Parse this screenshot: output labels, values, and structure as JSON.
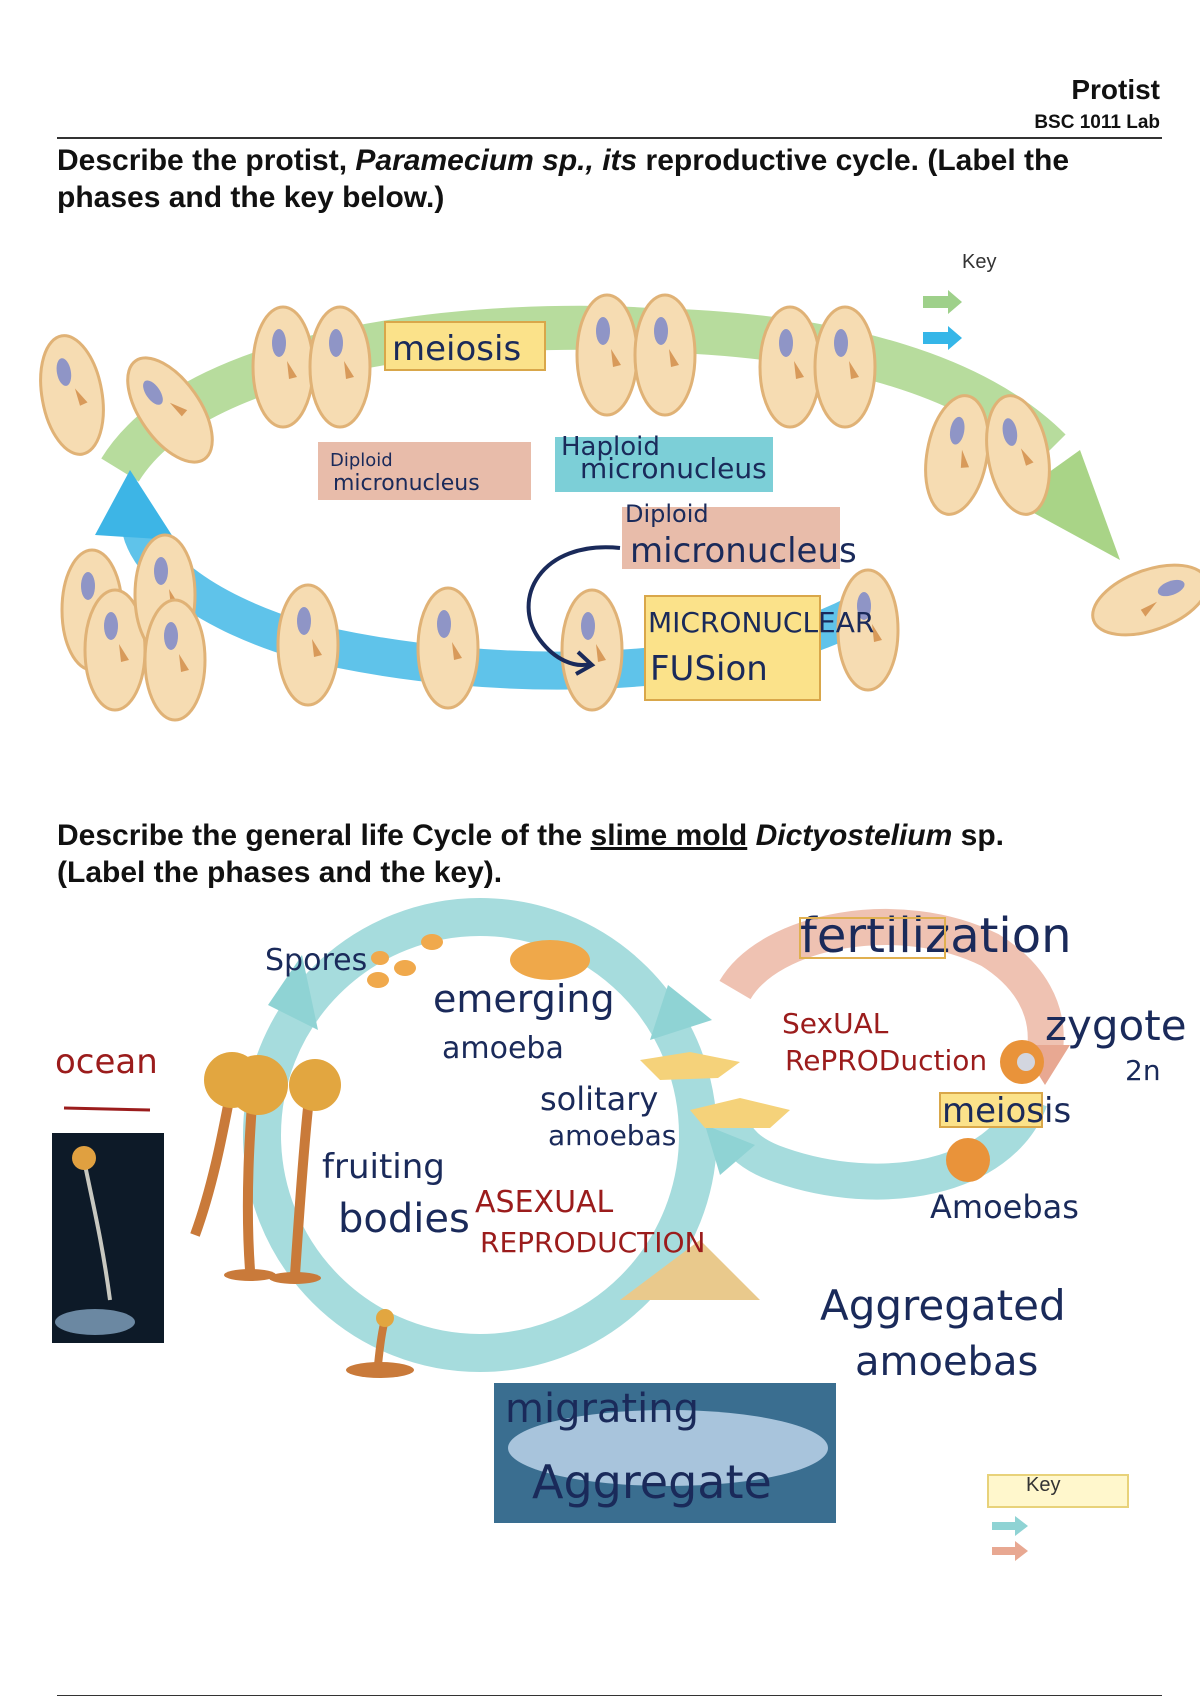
{
  "header": {
    "title": "Protist",
    "course": "BSC 1011 Lab"
  },
  "question1": {
    "part1": "Describe the protist, ",
    "italic1": "Paramecium sp., its",
    "part2": " reproductive cycle.  (Label the phases and the key below.)"
  },
  "paramecium": {
    "key_label": "Key",
    "meiosis": "meiosis",
    "diploid_micronucleus_1": [
      "Diploid",
      "micronucleus"
    ],
    "haploid_micronucleus": [
      "Haploid",
      "micronucleus"
    ],
    "diploid_micronucleus_2": [
      "Diploid",
      "micronucleus"
    ],
    "micronuclear_fusion": [
      "MICRONUCLEAR",
      "FUSion"
    ]
  },
  "question2": {
    "part1": "Describe the general life Cycle of the ",
    "underlined": "slime mold",
    "space": " ",
    "italic": "Dictyostelium",
    "part2": " sp.",
    "line2": "(Label the phases and the key)."
  },
  "slime_mold": {
    "spores": "Spores",
    "emerging_amoeba": [
      "emerging",
      "amoeba"
    ],
    "solitary_amoebas": [
      "solitary",
      "amoebas"
    ],
    "fruiting_bodies": [
      "fruiting",
      "bodies"
    ],
    "asexual_reproduction": [
      "ASEXUAL",
      "REPRODUCTION"
    ],
    "fertilization": "fertilization",
    "sexual_reproduction": [
      "SexUAL",
      "RePRODuction"
    ],
    "zygote": [
      "zygote",
      "2n"
    ],
    "meiosis": "meiosis",
    "amoebas": "Amoebas",
    "aggregated_amoebas": [
      "Aggregated",
      "amoebas"
    ],
    "migrating_aggregate": [
      "migrating",
      "Aggregate"
    ],
    "ocean": "ocean",
    "key_label": "Key"
  },
  "colors": {
    "green_arrow": "#9ed08a",
    "blue_arrow": "#35b6e8",
    "teal_cycle": "#9dd9da",
    "pink_arrow": "#e8a892",
    "ink": "#1a2a5a",
    "red_ink": "#9b1c1c"
  }
}
